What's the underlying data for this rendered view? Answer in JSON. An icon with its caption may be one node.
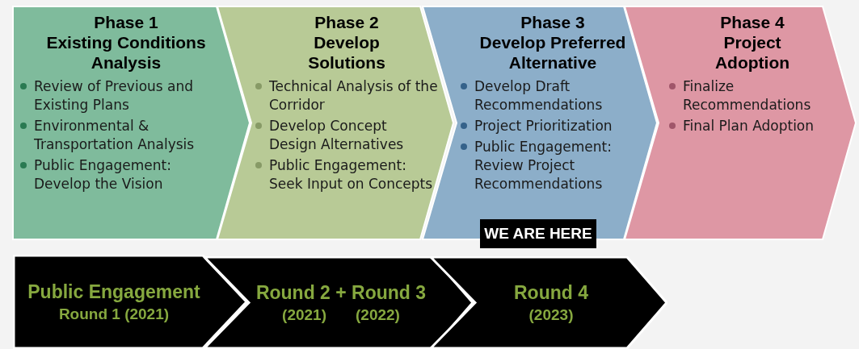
{
  "diagram": {
    "nodes": [
      {
        "text": [
          "Phase 1",
          "Existing Conditions Analysis",
          "Review of Previous and Existing Plans",
          "Environmental & Transportation Analysis",
          "Public Engagement: Develop the Vision"
        ]
      },
      {
        "text": [
          "Phase 2",
          "Develop Solutions",
          "Technical Analysis of the Corridor",
          "Develop Concept Design Alternatives",
          "Public Engagement: Seek Input on Concepts"
        ]
      },
      {
        "text": [
          "Phase 3",
          "Develop Preferred Alternative",
          "Develop Draft Recommendations",
          "Project Prioritization",
          "Public Engagement: Review Project Recommendations"
        ]
      },
      {
        "text": [
          "Phase 4",
          "Project Adoption",
          "Finalize Recommendations",
          "Final Plan Adoption"
        ]
      },
      {
        "text": [
          "WE ARE HERE"
        ]
      },
      {
        "text": [
          "Public Engagement",
          "Round 1 (2021)"
        ]
      },
      {
        "text": [
          "Round 2 + Round 3",
          "(2021)",
          "(2022)"
        ]
      },
      {
        "text": [
          "Round 4",
          "(2023)"
        ]
      }
    ]
  }
}
